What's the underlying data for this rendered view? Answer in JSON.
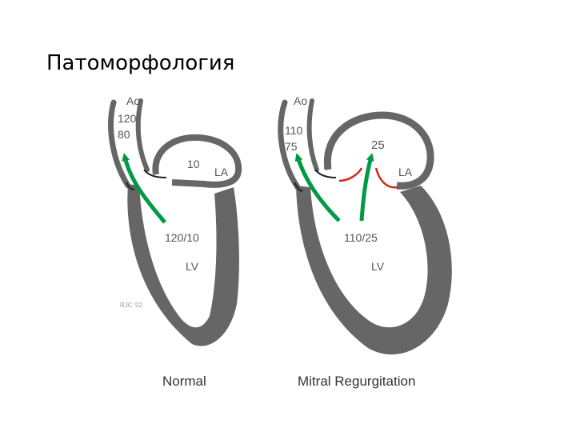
{
  "title": "Патоморфология",
  "colors": {
    "wall": "#666666",
    "flow_arrow": "#009944",
    "regurgitation": "#d7261e",
    "text": "#555555"
  },
  "normal": {
    "caption": "Normal",
    "ao_label": "Ao",
    "ao_pressure_sys": "120",
    "ao_pressure_dia": "80",
    "la_pressure": "10",
    "la_label": "LA",
    "lv_pressure": "120/10",
    "lv_label": "LV",
    "watermark": "RJC '02"
  },
  "mitral_regurgitation": {
    "caption": "Mitral Regurgitation",
    "ao_label": "Ao",
    "ao_pressure_sys": "110",
    "ao_pressure_dia": "75",
    "la_pressure": "25",
    "la_label": "LA",
    "lv_pressure": "110/25",
    "lv_label": "LV"
  }
}
